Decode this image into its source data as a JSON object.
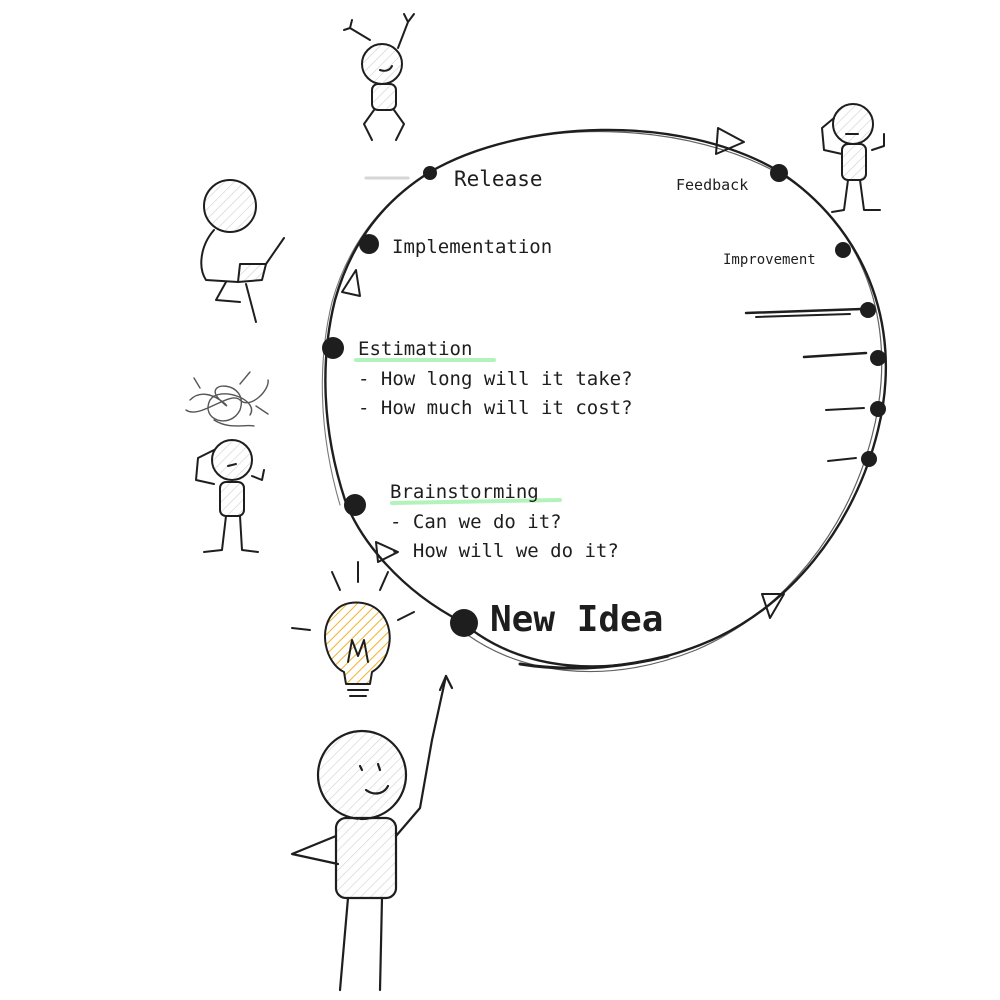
{
  "colors": {
    "ink": "#1e1e1e",
    "highlight": "#b2f2bb",
    "bulb": "#f0b429",
    "hatch": "#c9c9c9"
  },
  "stages": {
    "release": "Release",
    "feedback": "Feedback",
    "implementation": "Implementation",
    "improvement": "Improvement",
    "estimation": {
      "title": "Estimation",
      "items": [
        "- How long will it take?",
        "- How much will it cost?"
      ]
    },
    "brainstorming": {
      "title": "Brainstorming",
      "items": [
        "- Can we do it?",
        "- How will we do it?"
      ]
    },
    "new_idea": "New Idea"
  },
  "icons": [
    "person-jumping-icon",
    "person-laptop-icon",
    "tangled-thoughts-icon",
    "person-confused-icon",
    "person-thinking-icon",
    "lightbulb-icon",
    "person-pointing-icon"
  ]
}
